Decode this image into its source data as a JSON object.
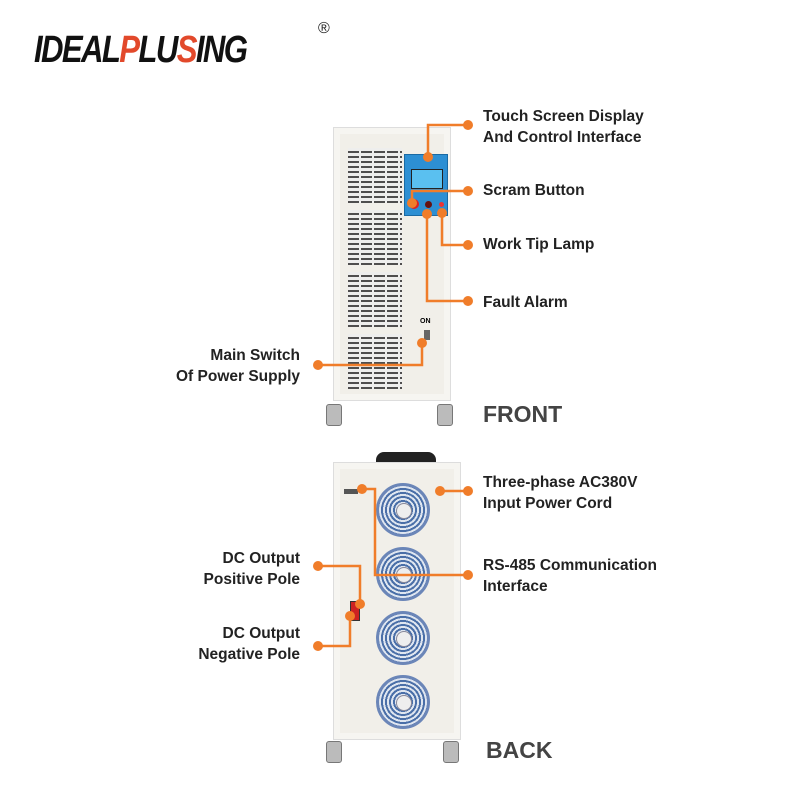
{
  "brand": {
    "logo_text": "IDEALPLUSING",
    "registered": "®"
  },
  "front": {
    "title": "FRONT",
    "switch_on": "ON",
    "labels": {
      "touch_screen": [
        "Touch Screen Display",
        "And Control Interface"
      ],
      "scram": "Scram Button",
      "work_lamp": "Work Tip Lamp",
      "fault_alarm": "Fault Alarm",
      "main_switch": [
        "Main Switch",
        "Of Power Supply"
      ]
    }
  },
  "back": {
    "title": "BACK",
    "labels": {
      "power_cord": [
        "Three-phase AC380V",
        "Input Power Cord"
      ],
      "rs485": [
        "RS-485 Communication",
        "Interface"
      ],
      "dc_positive": [
        "DC Output",
        "Positive Pole"
      ],
      "dc_negative": [
        "DC Output",
        "Negative Pole"
      ]
    }
  },
  "colors": {
    "accent": "#f07d2a",
    "logo_red": "#e2492b"
  }
}
